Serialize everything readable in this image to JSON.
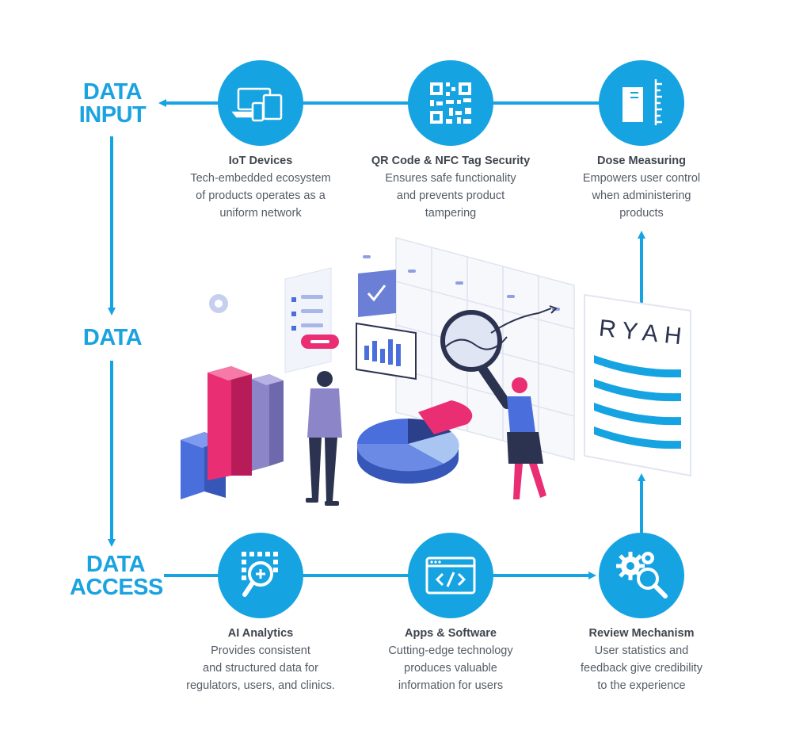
{
  "flow_labels": {
    "data_input_line1": "DATA",
    "data_input_line2": "INPUT",
    "data": "DATA",
    "data_access_line1": "DATA",
    "data_access_line2": "ACCESS"
  },
  "top_nodes": [
    {
      "title": "IoT Devices",
      "desc": [
        "Tech-embedded ecosystem",
        "of products operates as a",
        "uniform network"
      ],
      "icon": "devices-icon"
    },
    {
      "title": "QR Code & NFC Tag Security",
      "desc": [
        "Ensures safe functionality",
        "and prevents product",
        "tampering"
      ],
      "icon": "qr-code-icon"
    },
    {
      "title": "Dose Measuring",
      "desc": [
        "Empowers user control",
        "when administering",
        "products"
      ],
      "icon": "dose-measure-icon"
    }
  ],
  "bottom_nodes": [
    {
      "title": "AI Analytics",
      "desc": [
        "Provides consistent",
        "and structured data for",
        "regulators, users, and clinics."
      ],
      "icon": "ai-analytics-icon"
    },
    {
      "title": "Apps & Software",
      "desc": [
        "Cutting-edge technology",
        "produces valuable",
        "information for users"
      ],
      "icon": "code-window-icon"
    },
    {
      "title": "Review Mechanism",
      "desc": [
        "User statistics and",
        "feedback give credibility",
        "to the experience"
      ],
      "icon": "gears-search-icon"
    }
  ],
  "brand": "RYAH",
  "colors": {
    "accent": "#16a3e1",
    "pink": "#ea2e74",
    "violet": "#8c86c8",
    "blue": "#4a6fdc",
    "text": "#555c66"
  }
}
